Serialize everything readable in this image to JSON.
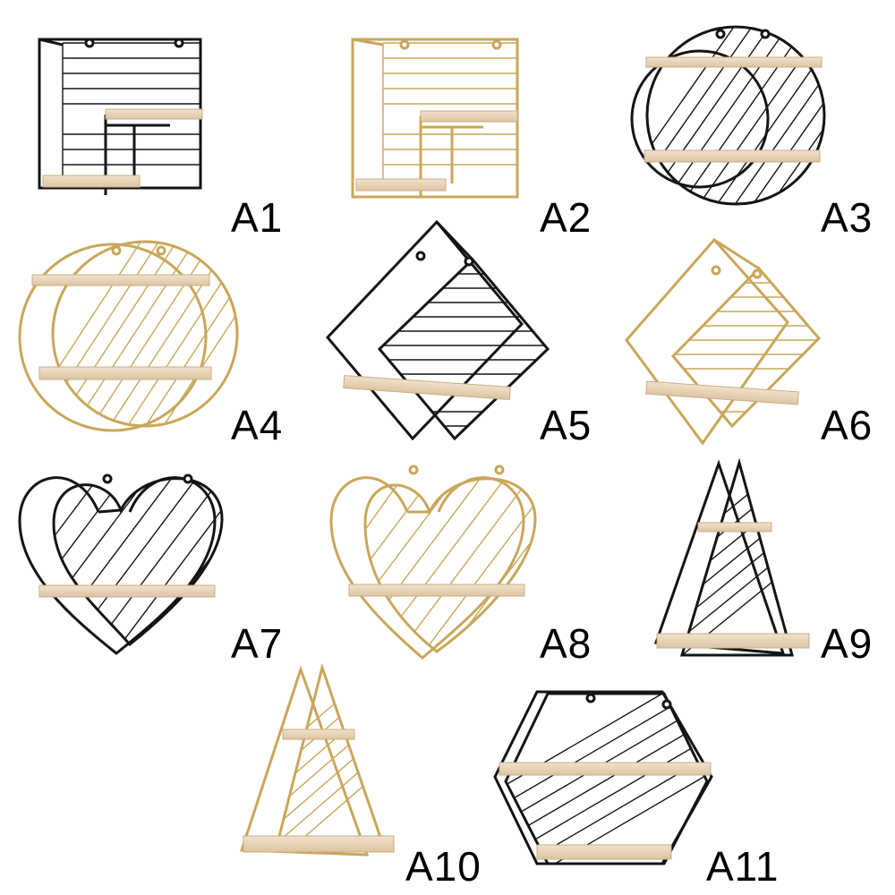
{
  "colors": {
    "background": "#ffffff",
    "black_frame": "#141414",
    "gold_frame": "#c9a65a",
    "wood": "#ead7bd",
    "wood_edge": "#c9ad88"
  },
  "products": [
    {
      "label": "A1",
      "shape": "square",
      "finish": "black"
    },
    {
      "label": "A2",
      "shape": "square",
      "finish": "gold"
    },
    {
      "label": "A3",
      "shape": "circle",
      "finish": "black"
    },
    {
      "label": "A4",
      "shape": "circle",
      "finish": "gold"
    },
    {
      "label": "A5",
      "shape": "diamond",
      "finish": "black"
    },
    {
      "label": "A6",
      "shape": "diamond",
      "finish": "gold"
    },
    {
      "label": "A7",
      "shape": "heart",
      "finish": "black"
    },
    {
      "label": "A8",
      "shape": "heart",
      "finish": "gold"
    },
    {
      "label": "A9",
      "shape": "triangle",
      "finish": "black"
    },
    {
      "label": "A10",
      "shape": "triangle",
      "finish": "gold"
    },
    {
      "label": "A11",
      "shape": "hexagon",
      "finish": "black"
    }
  ]
}
